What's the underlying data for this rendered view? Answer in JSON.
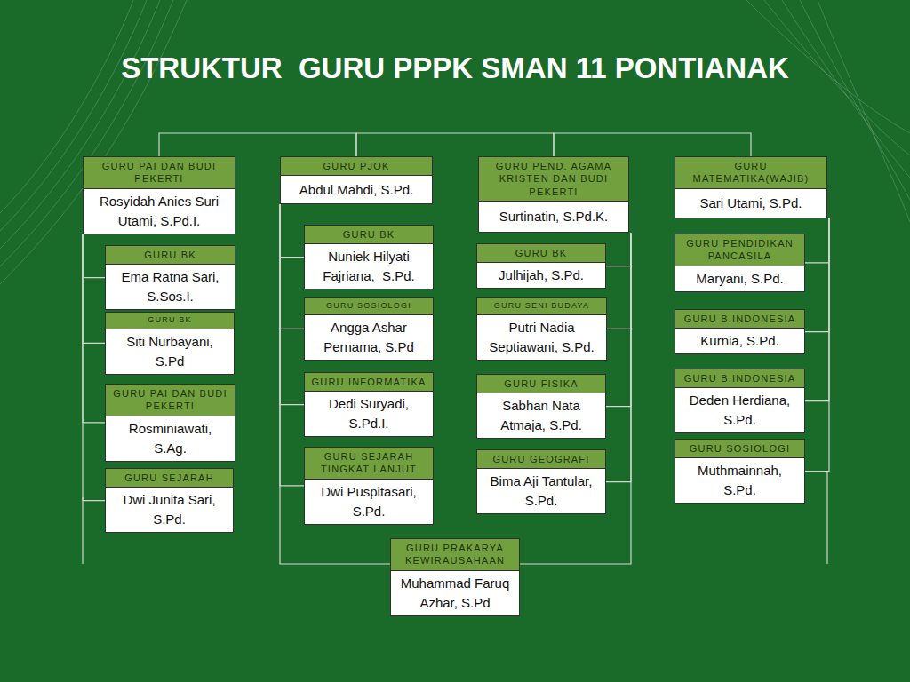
{
  "diagram": {
    "title": "STRUKTUR  GURU PPPK SMAN 11 PONTIANAK",
    "nodes": [
      {
        "text": [
          "GURU PAI DAN BUDI PEKERTI",
          "Rosyidah Anies Suri Utami, S.Pd.I."
        ]
      },
      {
        "text": [
          "GURU BK",
          "Ema Ratna Sari, S.Sos.I."
        ]
      },
      {
        "text": [
          "GURU BK",
          "Siti Nurbayani, S.Pd"
        ]
      },
      {
        "text": [
          "GURU PAI DAN BUDI PEKERTI",
          "Rosminiawati, S.Ag."
        ]
      },
      {
        "text": [
          "GURU SEJARAH",
          "Dwi Junita Sari, S.Pd."
        ]
      },
      {
        "text": [
          "GURU PJOK",
          "Abdul Mahdi, S.Pd."
        ]
      },
      {
        "text": [
          "GURU BK",
          "Nuniek Hilyati Fajriana,  S.Pd."
        ]
      },
      {
        "text": [
          "GURU SOSIOLOGI",
          "Angga Ashar Pernama, S.Pd"
        ]
      },
      {
        "text": [
          "GURU INFORMATIKA",
          "Dedi Suryadi, S.Pd.I."
        ]
      },
      {
        "text": [
          "GURU SEJARAH TINGKAT LANJUT",
          "Dwi Puspitasari, S.Pd."
        ]
      },
      {
        "text": [
          "GURU PEND. AGAMA KRISTEN DAN BUDI PEKERTI",
          "Surtinatin, S.Pd.K."
        ]
      },
      {
        "text": [
          "GURU BK",
          "Julhijah, S.Pd."
        ]
      },
      {
        "text": [
          "GURU SENI BUDAYA",
          "Putri Nadia Septiawani, S.Pd."
        ]
      },
      {
        "text": [
          "GURU FISIKA",
          "Sabhan Nata Atmaja, S.Pd."
        ]
      },
      {
        "text": [
          "GURU GEOGRAFI",
          "Bima Aji Tantular, S.Pd."
        ]
      },
      {
        "text": [
          "GURU MATEMATIKA(WAJIB)",
          "Sari Utami, S.Pd."
        ]
      },
      {
        "text": [
          "GURU PENDIDIKAN PANCASILA",
          "Maryani, S.Pd."
        ]
      },
      {
        "text": [
          "GURU B.INDONESIA",
          "Kurnia, S.Pd."
        ]
      },
      {
        "text": [
          "GURU B.INDONESIA",
          "Deden Herdiana, S.Pd."
        ]
      },
      {
        "text": [
          "GURU SOSIOLOGI",
          "Muthmainnah, S.Pd."
        ]
      },
      {
        "text": [
          "GURU PRAKARYA KEWIRAUSAHAAN",
          "Muhammad Faruq Azhar, S.Pd"
        ]
      }
    ],
    "edges": [
      {
        "from": 0,
        "to": 5,
        "arrow": "none"
      },
      {
        "from": 5,
        "to": 10,
        "arrow": "none"
      },
      {
        "from": 10,
        "to": 15,
        "arrow": "none"
      },
      {
        "from": 0,
        "to": 1,
        "arrow": "none"
      },
      {
        "from": 0,
        "to": 2,
        "arrow": "none"
      },
      {
        "from": 0,
        "to": 3,
        "arrow": "none"
      },
      {
        "from": 0,
        "to": 4,
        "arrow": "none"
      },
      {
        "from": 5,
        "to": 6,
        "arrow": "none"
      },
      {
        "from": 5,
        "to": 7,
        "arrow": "none"
      },
      {
        "from": 5,
        "to": 8,
        "arrow": "none"
      },
      {
        "from": 5,
        "to": 9,
        "arrow": "none"
      },
      {
        "from": 5,
        "to": 20,
        "arrow": "none"
      },
      {
        "from": 10,
        "to": 11,
        "arrow": "none"
      },
      {
        "from": 10,
        "to": 12,
        "arrow": "none"
      },
      {
        "from": 10,
        "to": 13,
        "arrow": "none"
      },
      {
        "from": 10,
        "to": 14,
        "arrow": "none"
      },
      {
        "from": 10,
        "to": 20,
        "arrow": "none"
      },
      {
        "from": 15,
        "to": 16,
        "arrow": "none"
      },
      {
        "from": 15,
        "to": 17,
        "arrow": "none"
      },
      {
        "from": 15,
        "to": 18,
        "arrow": "none"
      },
      {
        "from": 15,
        "to": 19,
        "arrow": "none"
      }
    ]
  }
}
